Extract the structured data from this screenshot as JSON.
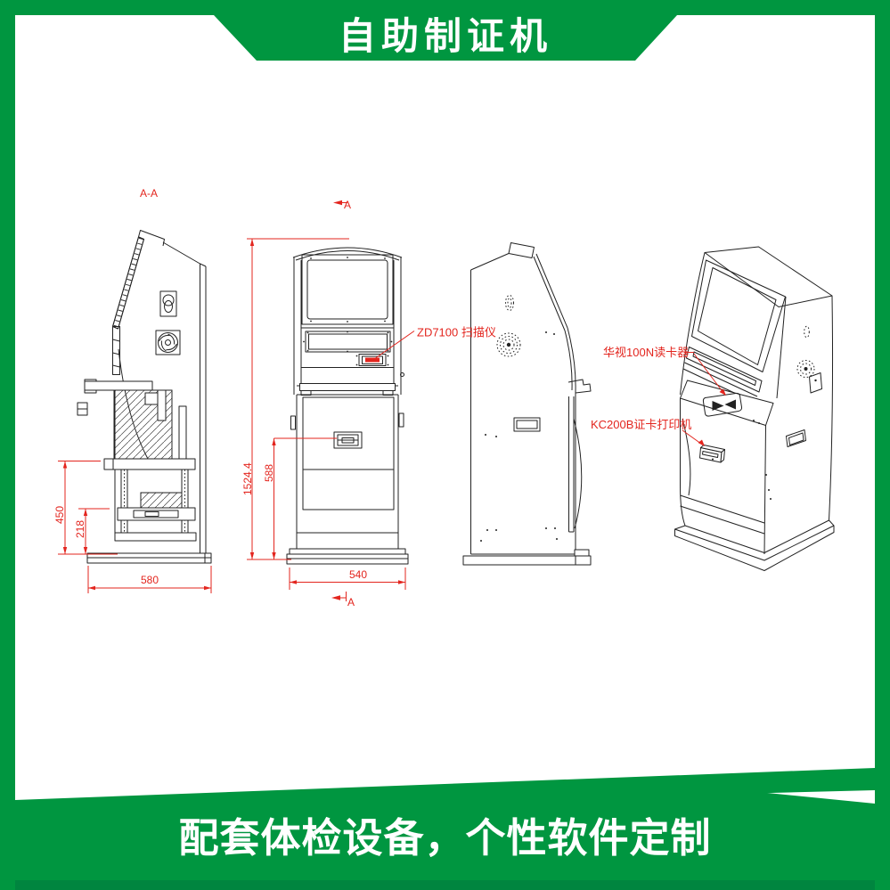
{
  "banner": {
    "title": "自助制证机",
    "slogan": "配套体检设备，个性软件定制"
  },
  "colors": {
    "green": "#009640",
    "green_dark": "#00853f",
    "red": "#e3251e",
    "line": "#222222"
  },
  "annotations": {
    "section": "A-A",
    "marker_a_top": "A",
    "marker_a_bottom": "A",
    "dim_total_height": "1524.4",
    "dim_door_height": "588",
    "dim_450": "450",
    "dim_218": "218",
    "dim_side_width": "580",
    "dim_front_width": "540",
    "label_scanner": "ZD7100 扫描仪",
    "label_card_reader": "华视100N读卡器",
    "label_printer": "KC200B证卡打印机"
  }
}
